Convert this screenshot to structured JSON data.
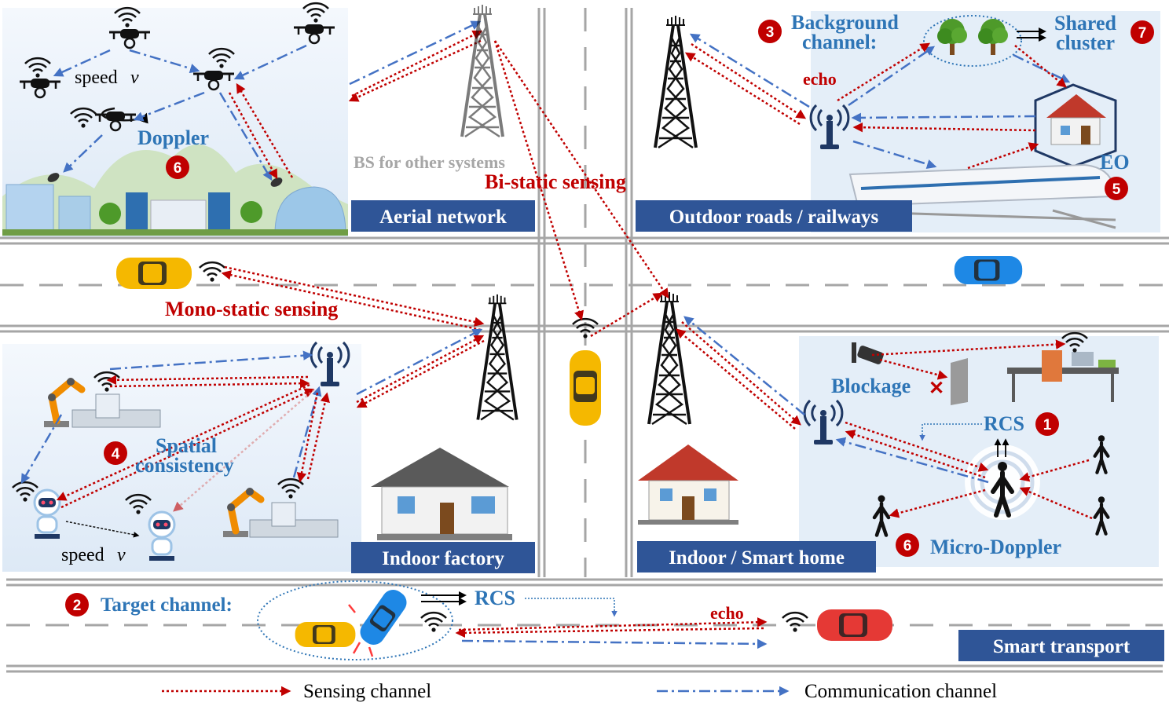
{
  "panels": {
    "aerial": "Aerial network",
    "outdoor": "Outdoor roads / railways",
    "factory": "Indoor factory",
    "home": "Indoor / Smart home",
    "transport": "Smart transport"
  },
  "labels": {
    "speed_top": "speed",
    "doppler": "Doppler",
    "bs_other": "BS for other systems",
    "bistatic": "Bi-static sensing",
    "monostatic": "Mono-static sensing",
    "background_line1": "Background",
    "background_line2": "channel:",
    "shared_line1": "Shared",
    "shared_line2": "cluster",
    "echo_top": "echo",
    "eo": "EO",
    "spatial_line1": "Spatial",
    "spatial_line2": "consistency",
    "speed_bottom": "speed",
    "blockage": "Blockage",
    "rcs_home": "RCS",
    "micro_doppler": "Micro-Doppler",
    "target_channel": "Target channel:",
    "rcs_transport": "RCS",
    "echo_bottom": "echo",
    "vec_v": "v⃗"
  },
  "numbers": {
    "n1": "1",
    "n2": "2",
    "n3": "3",
    "n4": "4",
    "n5": "5",
    "n6a": "6",
    "n6b": "6",
    "n7": "7"
  },
  "legend": {
    "sensing": "Sensing channel",
    "communication": "Communication channel"
  },
  "colors": {
    "sensing": "#c00000",
    "communication": "#4472c4",
    "tag": "#2f5597",
    "badge": "#c00000",
    "road": "#a6a6a6"
  }
}
